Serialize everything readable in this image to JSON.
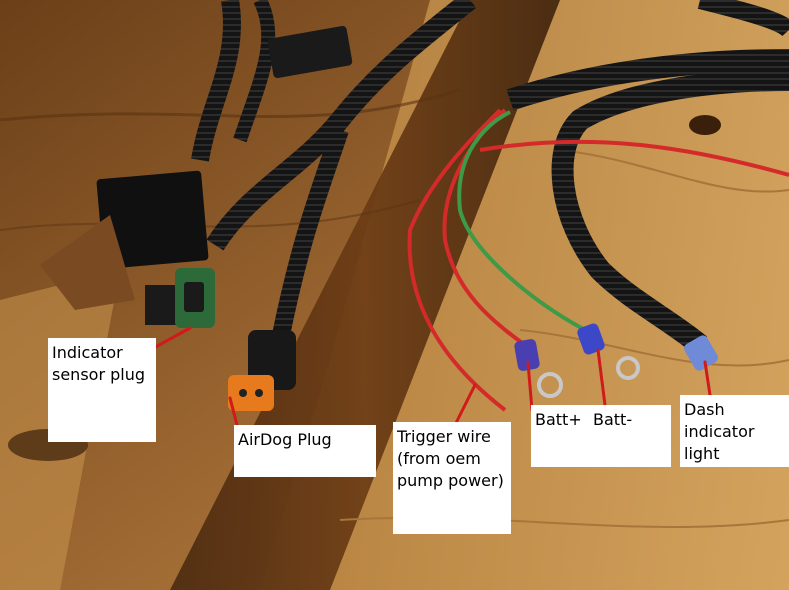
{
  "labels": {
    "indicator": "Indicator\nsensor plug",
    "airdog": "AirDog Plug",
    "trigger": "Trigger wire\n(from oem\npump power)",
    "batt_pos": "Batt+",
    "batt_neg": "Batt-",
    "dash": "Dash indicator\nlight"
  },
  "colors": {
    "pointer": "#d11a1a",
    "red_wire": "#d42a2a",
    "green_wire": "#3f9a48",
    "loom": "#141414",
    "label_bg": "#ffffff"
  }
}
